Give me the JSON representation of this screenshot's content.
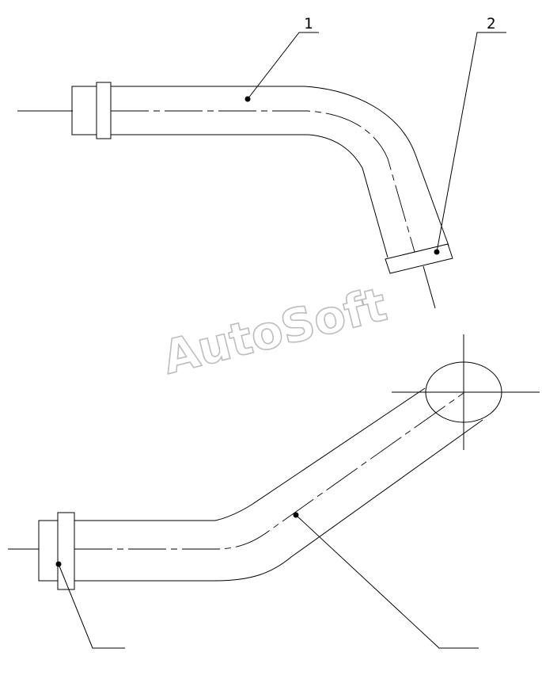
{
  "callouts": [
    "1",
    "2"
  ],
  "watermark": "AutoSoft"
}
